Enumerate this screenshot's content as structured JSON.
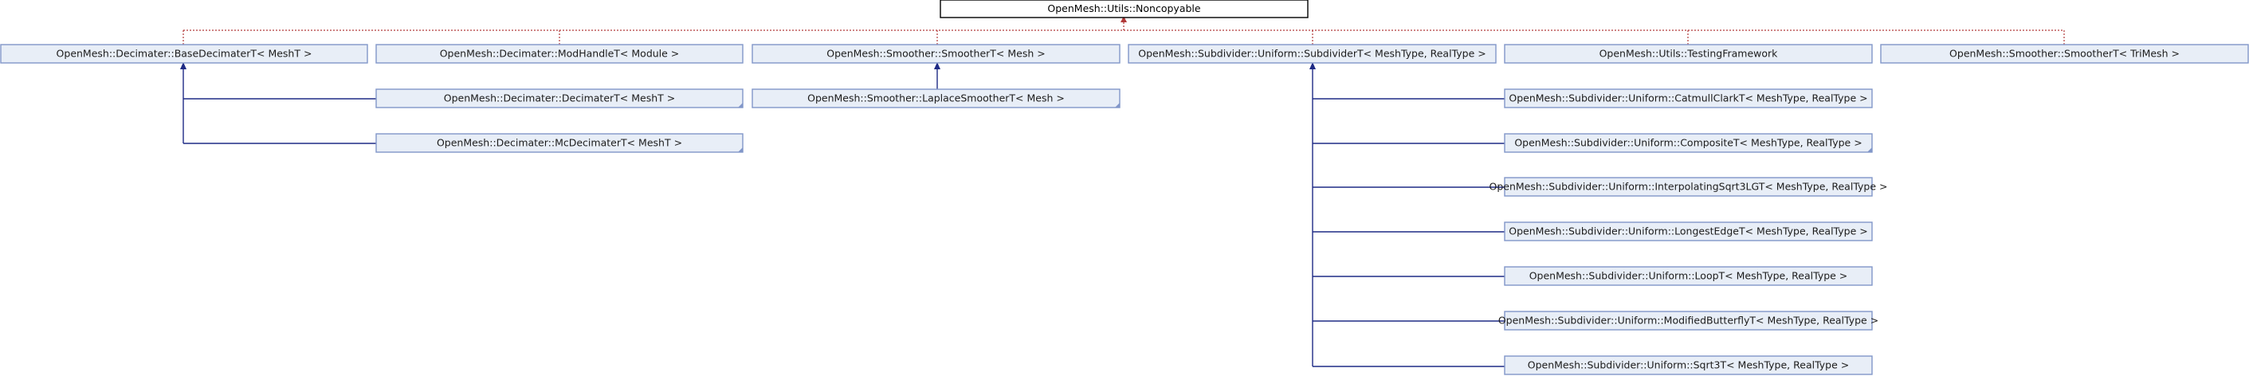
{
  "diagram": {
    "root": {
      "id": "noncopyable",
      "label": "OpenMesh::Utils::Noncopyable"
    },
    "nodes": [
      {
        "id": "base_decimater",
        "label": "OpenMesh::Decimater::BaseDecimaterT< MeshT >",
        "parent": "noncopyable",
        "corner": false
      },
      {
        "id": "mod_handle",
        "label": "OpenMesh::Decimater::ModHandleT< Module >",
        "parent": "noncopyable",
        "corner": false
      },
      {
        "id": "smoother",
        "label": "OpenMesh::Smoother::SmootherT< Mesh >",
        "parent": "noncopyable",
        "corner": false
      },
      {
        "id": "subdivider",
        "label": "OpenMesh::Subdivider::Uniform::SubdividerT< MeshType, RealType >",
        "parent": "noncopyable",
        "corner": false
      },
      {
        "id": "testing_framework",
        "label": "OpenMesh::Utils::TestingFramework",
        "parent": "noncopyable",
        "corner": false
      },
      {
        "id": "smoother_trimesh",
        "label": "OpenMesh::Smoother::SmootherT< TriMesh >",
        "parent": "noncopyable",
        "corner": false
      },
      {
        "id": "decimater",
        "label": "OpenMesh::Decimater::DecimaterT< MeshT >",
        "parent": "base_decimater",
        "corner": true
      },
      {
        "id": "mc_decimater",
        "label": "OpenMesh::Decimater::McDecimaterT< MeshT >",
        "parent": "base_decimater",
        "corner": true
      },
      {
        "id": "laplace",
        "label": "OpenMesh::Smoother::LaplaceSmootherT< Mesh >",
        "parent": "smoother",
        "corner": true
      },
      {
        "id": "catmull",
        "label": "OpenMesh::Subdivider::Uniform::CatmullClarkT< MeshType, RealType >",
        "parent": "subdivider",
        "corner": false
      },
      {
        "id": "composite",
        "label": "OpenMesh::Subdivider::Uniform::CompositeT< MeshType, RealType >",
        "parent": "subdivider",
        "corner": true
      },
      {
        "id": "interp_sqrt3",
        "label": "OpenMesh::Subdivider::Uniform::InterpolatingSqrt3LGT< MeshType, RealType >",
        "parent": "subdivider",
        "corner": false
      },
      {
        "id": "longest_edge",
        "label": "OpenMesh::Subdivider::Uniform::LongestEdgeT< MeshType, RealType >",
        "parent": "subdivider",
        "corner": false
      },
      {
        "id": "loop",
        "label": "OpenMesh::Subdivider::Uniform::LoopT< MeshType, RealType >",
        "parent": "subdivider",
        "corner": false
      },
      {
        "id": "modified_butterfly",
        "label": "OpenMesh::Subdivider::Uniform::ModifiedButterflyT< MeshType, RealType >",
        "parent": "subdivider",
        "corner": false
      },
      {
        "id": "sqrt3",
        "label": "OpenMesh::Subdivider::Uniform::Sqrt3T< MeshType, RealType >",
        "parent": "subdivider",
        "corner": false
      }
    ],
    "colors": {
      "node_fill": "#e8eef7",
      "node_border": "#8196c9",
      "root_border": "#000000",
      "inheritance_edge": "#1f2b85",
      "dashed_edge": "#b23a3a"
    }
  }
}
